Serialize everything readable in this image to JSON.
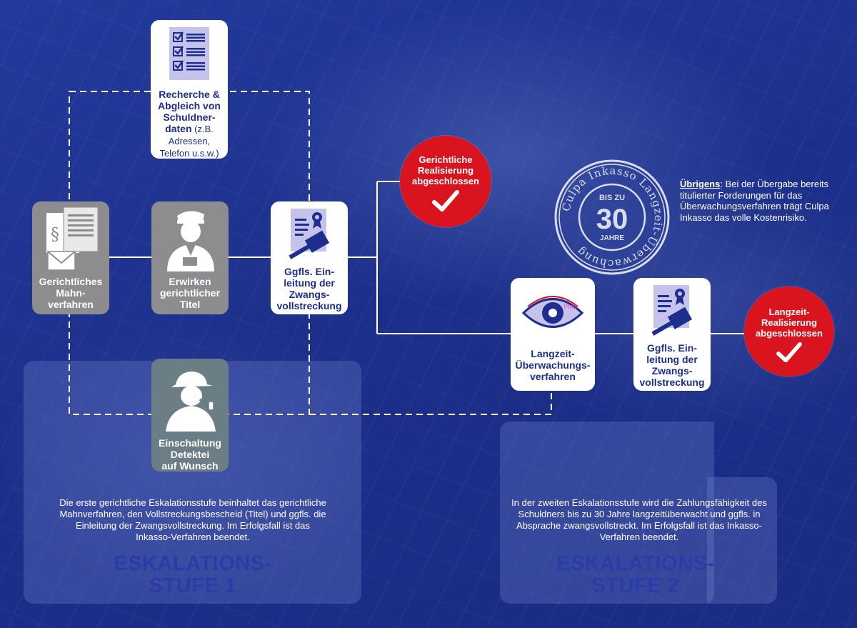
{
  "cards": {
    "recherche": {
      "title": "Recherche &\nAbgleich von\nSchuldner-\ndaten",
      "detail": " (z.B.\nAdressen,\nTelefon u.s.w.)"
    },
    "mahnverfahren": {
      "label": "Gerichtliches\nMahn-\nverfahren"
    },
    "titel": {
      "label": "Erwirken\ngerichtlicher\nTitel"
    },
    "zwang1": {
      "label": "Ggfls. Ein-\nleitung der\nZwangs-\nvollstreckung"
    },
    "detektei": {
      "label": "Einschaltung\nDetektei\nauf Wunsch"
    },
    "ueberwachung": {
      "label": "Langzeit-\nÜberwachungs-\nverfahren",
      "tag": "Pfad"
    },
    "zwang2": {
      "label": "Ggfls. Ein-\nleitung der\nZwangs-\nvollstreckung"
    }
  },
  "outcomes": {
    "gerichtlich": {
      "label": "Gerichtliche\nRealisierung\nabgeschlossen"
    },
    "langzeit": {
      "label": "Langzeit-\nRealisierung\nabgeschlossen"
    }
  },
  "stamp": {
    "ring_text": "Culpa Inkasso Langzeit-Überwachung",
    "top": "BIS ZU",
    "number": "30",
    "bottom": "JAHRE"
  },
  "note": {
    "highlight": "Übrigens",
    "text": ": Bei der Übergabe bereits titulierter Forderungen für das Überwachungsverfahren trägt Culpa Inkasso das volle Kostenrisiko."
  },
  "stage1": {
    "description": "Die erste gerichtliche Eskalationsstufe beinhaltet das gerichtliche Mahnverfahren, den Vollstreckungsbescheid (Titel) und ggfls. die Einleitung der Zwangsvollstreckung. Im Erfolgsfall ist das Inkasso-Verfahren beendet.",
    "heading": "ESKALATIONS-\nSTUFE 1"
  },
  "stage2": {
    "description": "In der zweiten Eskalationsstufe wird die Zahlungsfähigkeit des Schuldners bis zu 30 Jahre langzeitüberwacht und ggfls. in Absprache zwangsvollstreckt. Im Erfolgsfall ist das Inkasso-Verfahren beendet.",
    "heading": "ESKALATIONS-\nSTUFE 2"
  },
  "colors": {
    "background": "#1f3290",
    "card_text": "#1d2e8e",
    "success_red": "#d9141e",
    "heading_blue": "#2b3ca8"
  }
}
